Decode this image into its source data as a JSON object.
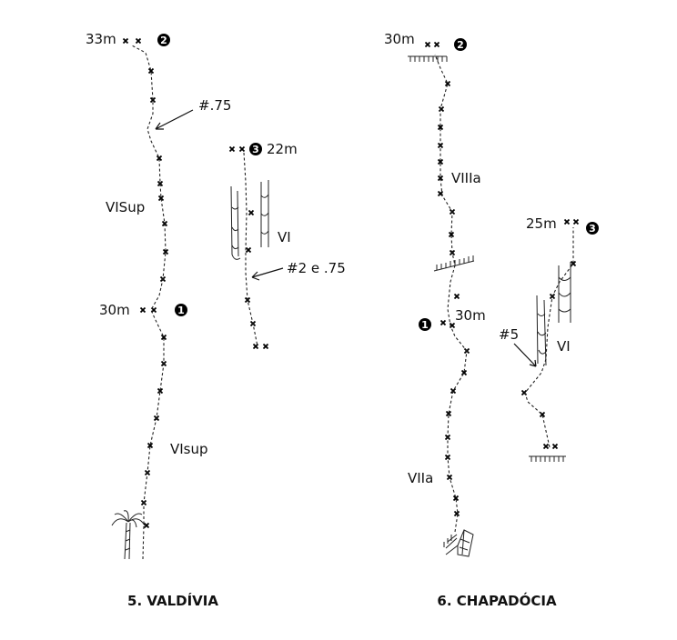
{
  "routes": [
    {
      "title": "5. VALDÍVIA",
      "labels": {
        "belay2_length": "33m",
        "belay2_number": "2",
        "gear_upper": "#.75",
        "grade_upper": "VISup",
        "belay1_length": "30m",
        "belay1_number": "1",
        "grade_lower": "VIsup",
        "belay3_number": "3",
        "belay3_length": "22m",
        "grade_pitch3": "VI",
        "gear_pitch3": "#2 e .75"
      }
    },
    {
      "title": "6. CHAPADÓCIA",
      "labels": {
        "belay2_length": "30m",
        "belay2_number": "2",
        "grade_upper": "VIIIa",
        "belay1_number": "1",
        "belay1_length": "30m",
        "grade_lower": "VIIa",
        "belay3_length": "25m",
        "belay3_number": "3",
        "gear_pitch3": "#5",
        "grade_pitch3": "VI"
      }
    }
  ]
}
